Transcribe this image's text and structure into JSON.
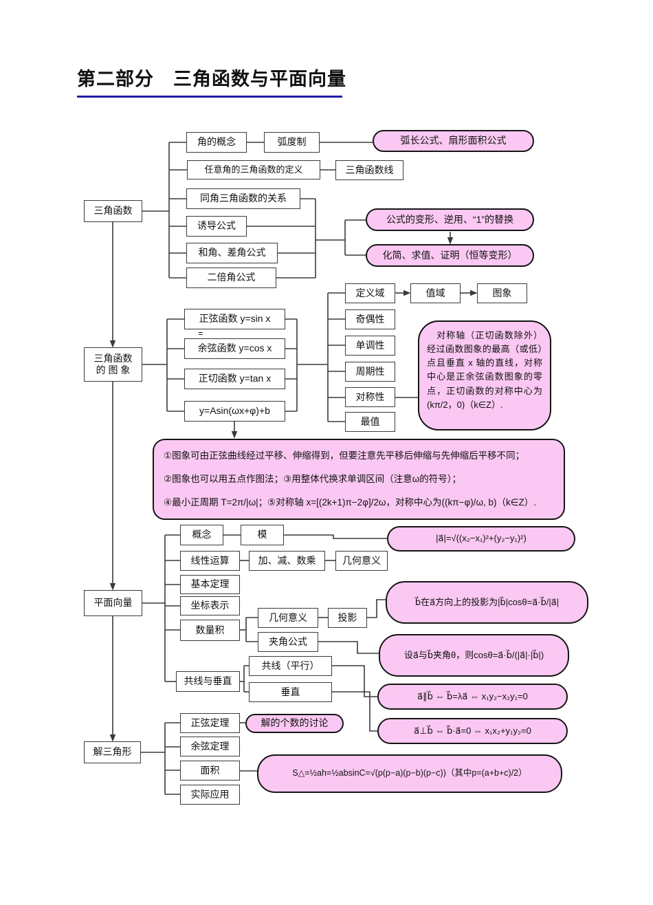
{
  "title": "第二部分　三角函数与平面向量",
  "colors": {
    "pill_pink": "#fac8f2",
    "line": "#3a3a3a",
    "title_underline": "#1f1fa8",
    "box_bg": "#ffffff"
  },
  "trig": {
    "root": "三角函数",
    "angle_concept": "角的概念",
    "radian": "弧度制",
    "arc_pill": "弧长公式、扇形面积公式",
    "any_angle_def": "任意角的三角函数的定义",
    "trig_lines": "三角函数线",
    "same_angle": "同角三角函数的关系",
    "induction": "诱导公式",
    "sum_diff": "和角、差角公式",
    "double_angle": "二倍角公式",
    "transform_pill": "公式的变形、逆用、“1”的替换",
    "simplify_pill": "化简、求值、证明（恒等变形）"
  },
  "graph": {
    "root_line1": "三角函数",
    "root_line2": "的 图 象",
    "sin": "正弦函数 y=sin x",
    "equals_artifact": "=",
    "cos": "余弦函数 y=cos x",
    "tan": "正切函数 y=tan x",
    "asin": "y=Asin(ωx+φ)+b",
    "domain": "定义域",
    "range": "值域",
    "image": "图象",
    "parity": "奇偶性",
    "monotonic": "单调性",
    "period": "周期性",
    "symmetry": "对称性",
    "extremum": "最值",
    "symmetry_note": "　对称轴（正切函数除外）经过函数图象的最高（或低）点且垂直 x 轴的直线，对称中心是正余弦函数图象的零点，正切函数的对称中心为(kπ/2，0)（k∈Z）.",
    "notes_line1": "①图象可由正弦曲线经过平移、伸缩得到，但要注意先平移后伸缩与先伸缩后平移不同；",
    "notes_line2": "②图象也可以用五点作图法；③用整体代换求单调区间（注意ω的符号）；",
    "notes_line3": "④最小正周期 T=2π/|ω|；⑤对称轴 x=[(2k+1)π−2φ]/2ω，对称中心为((kπ−φ)/ω, b)（k∈Z）."
  },
  "vector": {
    "root": "平面向量",
    "concept": "概念",
    "modulus": "模",
    "mag_pill": "|a⃗|=√((x₂−x₁)²+(y₂−y₁)²)",
    "linear": "线性运算",
    "add_sub": "加、减、数乘",
    "geo1": "几何意义",
    "basic_theorem": "基本定理",
    "coord": "坐标表示",
    "dot_product": "数量积",
    "geo2": "几何意义",
    "projection": "投影",
    "proj_pill": "b⃗在a⃗方向上的投影为|b⃗|cosθ=a⃗·b⃗/|a⃗|",
    "angle_formula": "夹角公式",
    "angle_pill": "设a⃗与b⃗夹角θ，则cosθ=a⃗·b⃗/(|a⃗|·|b⃗|)",
    "collinear_perp": "共线与垂直",
    "collinear": "共线（平行）",
    "perp": "垂直",
    "par_pill": "a⃗∥b⃗ ⇔ b⃗=λa⃗ ⇔ x₁y₂−x₂y₁=0",
    "perp_pill": "a⃗⊥b⃗ ⇔ b⃗·a⃗=0 ⇔ x₁x₂+y₁y₂=0"
  },
  "triangle": {
    "root": "解三角形",
    "sine_rule": "正弦定理",
    "solutions_pill": "解的个数的讨论",
    "cosine_rule": "余弦定理",
    "area": "面积",
    "area_pill": "S△=½ah=½absinC=√(p(p−a)(p−b)(p−c))（其中p=(a+b+c)/2）",
    "application": "实际应用"
  }
}
